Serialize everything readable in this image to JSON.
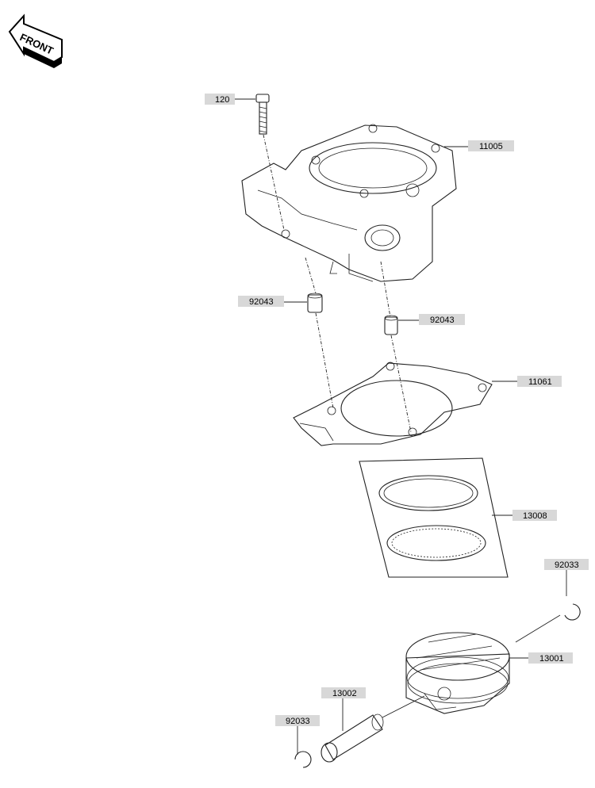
{
  "front_label": "FRONT",
  "parts": [
    {
      "id": "bolt",
      "number": "120"
    },
    {
      "id": "cylinder",
      "number": "11005"
    },
    {
      "id": "dowel-left",
      "number": "92043"
    },
    {
      "id": "dowel-right",
      "number": "92043"
    },
    {
      "id": "gasket",
      "number": "11061"
    },
    {
      "id": "ring-set",
      "number": "13008"
    },
    {
      "id": "circlip-right",
      "number": "92033"
    },
    {
      "id": "piston",
      "number": "13001"
    },
    {
      "id": "piston-pin",
      "number": "13002"
    },
    {
      "id": "circlip-left",
      "number": "92033"
    }
  ]
}
